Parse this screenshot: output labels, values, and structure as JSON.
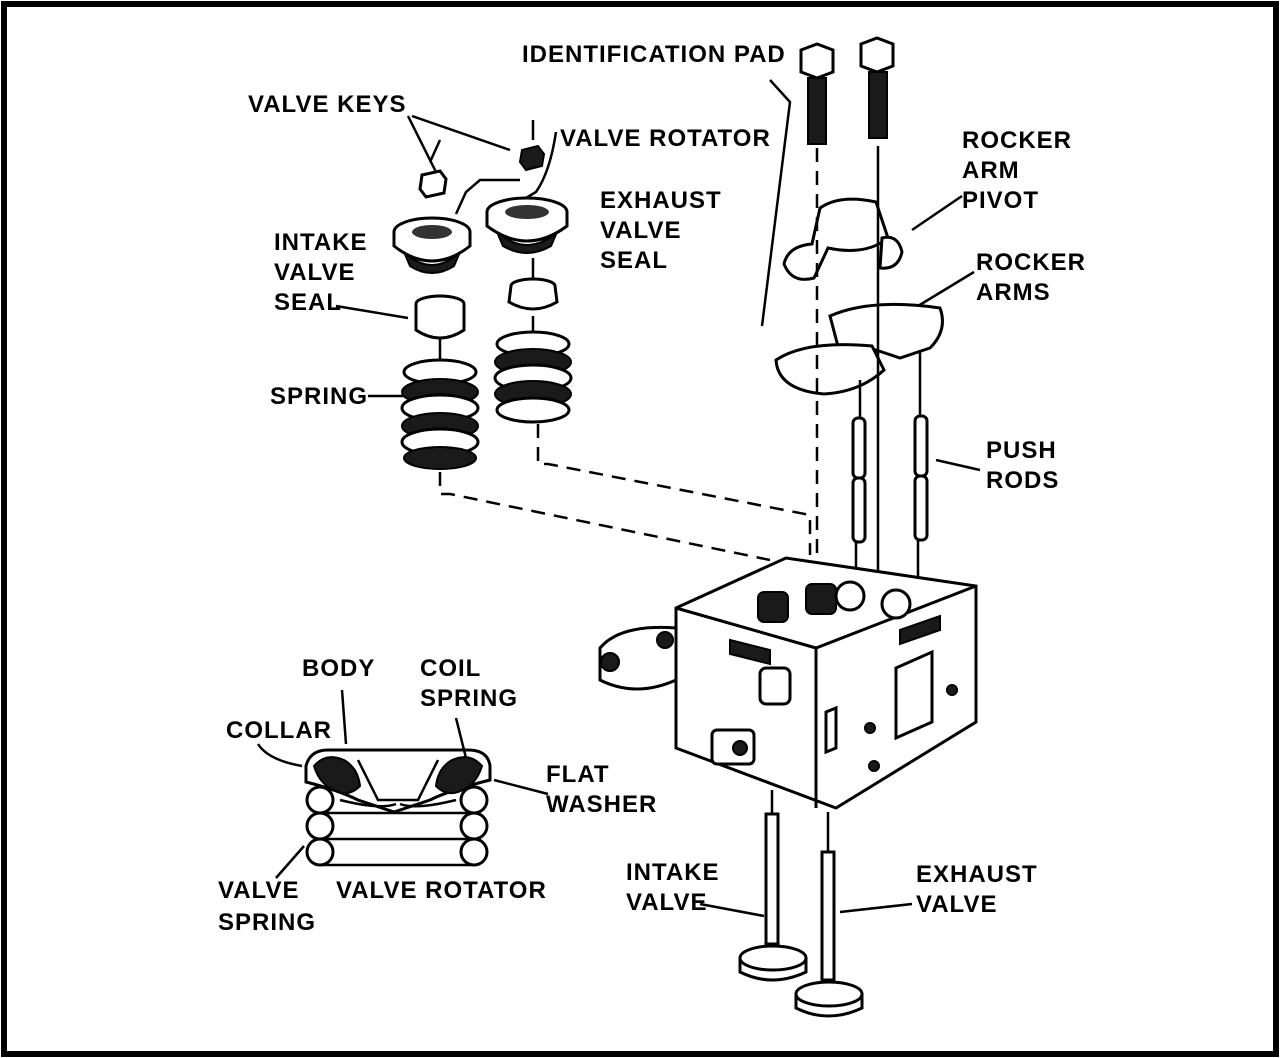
{
  "labels": {
    "identification_pad": "IDENTIFICATION PAD",
    "valve_keys": "VALVE KEYS",
    "valve_rotator_top": "VALVE ROTATOR",
    "exhaust_valve_seal": [
      "EXHAUST",
      "VALVE",
      "SEAL"
    ],
    "intake_valve_seal": [
      "INTAKE",
      "VALVE",
      "SEAL"
    ],
    "spring": "SPRING",
    "rocker_arm_pivot": [
      "ROCKER",
      "ARM",
      "PIVOT"
    ],
    "rocker_arms": [
      "ROCKER",
      "ARMS"
    ],
    "push_rods": [
      "PUSH",
      "RODS"
    ],
    "body": "BODY",
    "coil_spring": [
      "COIL",
      "SPRING"
    ],
    "collar": "COLLAR",
    "flat_washer": [
      "FLAT",
      "WASHER"
    ],
    "valve_spring": [
      "VALVE",
      "SPRING"
    ],
    "valve_rotator_detail": "VALVE ROTATOR",
    "intake_valve": [
      "INTAKE",
      "VALVE"
    ],
    "exhaust_valve": [
      "EXHAUST",
      "VALVE"
    ]
  },
  "colors": {
    "ink": "#000000",
    "paper": "#ffffff"
  }
}
